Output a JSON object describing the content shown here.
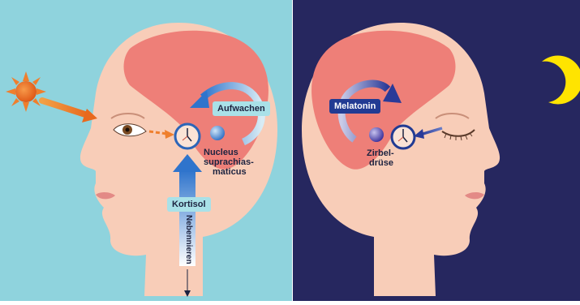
{
  "left_panel": {
    "label_aufwachen": "Aufwachen",
    "label_nucleus_l1": "Nucleus",
    "label_nucleus_l2": "suprachias-",
    "label_nucleus_l3": "maticus",
    "label_kortisol": "Kortisol",
    "label_nebennieren": "Nebennieren"
  },
  "right_panel": {
    "label_melatonin": "Melatonin",
    "label_zirbel_l1": "Zirbel-",
    "label_zirbel_l2": "drüse"
  },
  "colors": {
    "day_sky": "#8fd3dd",
    "night_sky": "#26275f",
    "skin": "#f8cdb8",
    "brain": "#ee7f78",
    "arrow_blue": "#3a7fd1",
    "arrow_orange": "#ef7f2d",
    "moon": "#ffe400",
    "sun": "#ef7f2d"
  },
  "icons": [
    "sun-icon",
    "moon-icon",
    "clock-icon",
    "eye-open-icon",
    "eye-closed-icon"
  ]
}
